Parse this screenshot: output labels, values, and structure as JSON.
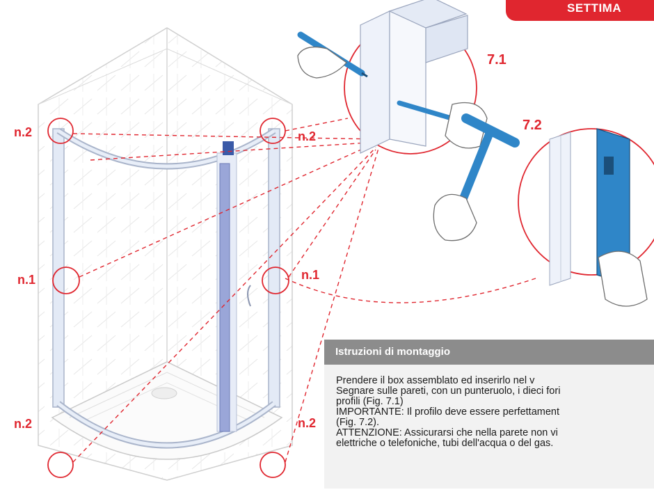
{
  "header": {
    "ribbon_text": "SETTIMA"
  },
  "figure_labels": {
    "fig_7_1": "7.1",
    "fig_7_2": "7.2"
  },
  "points": {
    "top_left": "n.2",
    "top_right": "n.2",
    "mid_left": "n.1",
    "mid_right": "n.1",
    "bottom_left": "n.2",
    "bottom_right": "n.2"
  },
  "instructions": {
    "title": "Istruzioni di montaggio",
    "lines": [
      "Prendere il box assemblato ed inserirlo nel v",
      "Segnare sulle pareti, con un punteruolo, i dieci fori",
      "profili (Fig. 7.1)",
      "IMPORTANTE: Il profilo deve essere perfettament",
      "(Fig. 7.2).",
      "ATTENZIONE: Assicurarsi che nella parete non vi",
      "elettriche o telefoniche, tubi dell'acqua o del gas."
    ]
  },
  "colors": {
    "accent": "#e0262f",
    "tool_blue": "#2f86c8",
    "profile_blue": "#9aa6d8",
    "panel_header": "#8c8c8c"
  }
}
